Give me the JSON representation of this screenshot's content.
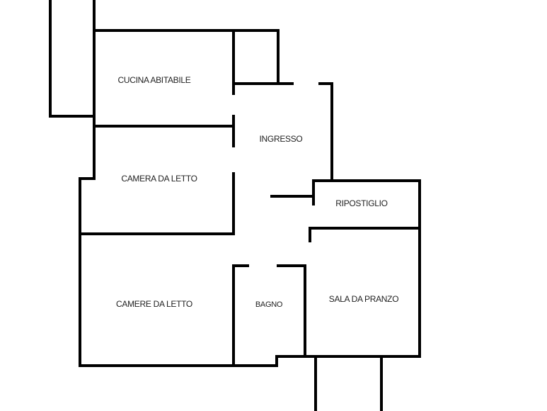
{
  "floor_plan": {
    "wall_color": "#000000",
    "rooms": {
      "kitchen": "CUCINA ABITABILE",
      "entrance": "INGRESSO",
      "bedroom": "CAMERA DA LETTO",
      "storage": "RIPOSTIGLIO",
      "bedrooms": "CAMERE DA LETTO",
      "bathroom": "BAGNO",
      "dining_room": "SALA DA PRANZO"
    }
  }
}
